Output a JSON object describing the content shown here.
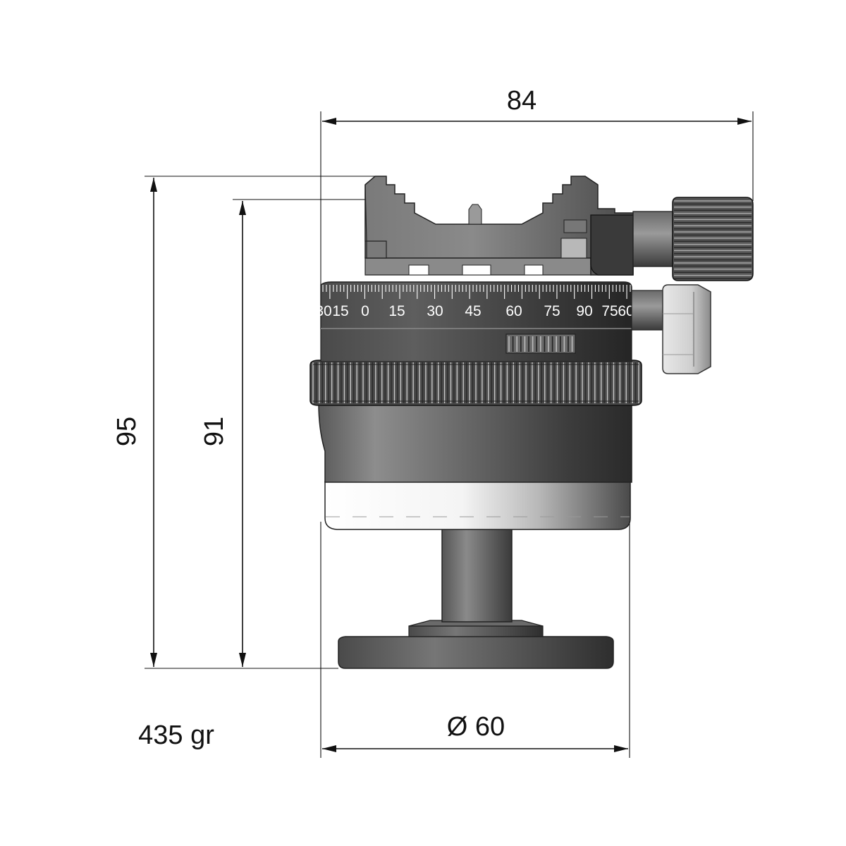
{
  "dimensions": {
    "width_top": "84",
    "height_total": "95",
    "height_to_clamp": "91",
    "base_diameter": "Ø 60"
  },
  "weight": "435 gr",
  "scale_labels": [
    "30",
    "15",
    "0",
    "15",
    "30",
    "45",
    "60",
    "75",
    "90",
    "75",
    "60"
  ],
  "colors": {
    "body_dark": "#3a3a3a",
    "body_mid": "#6e6e6e",
    "body_light": "#9a9a9a",
    "highlight": "#f2f2f2",
    "line": "#111111"
  }
}
